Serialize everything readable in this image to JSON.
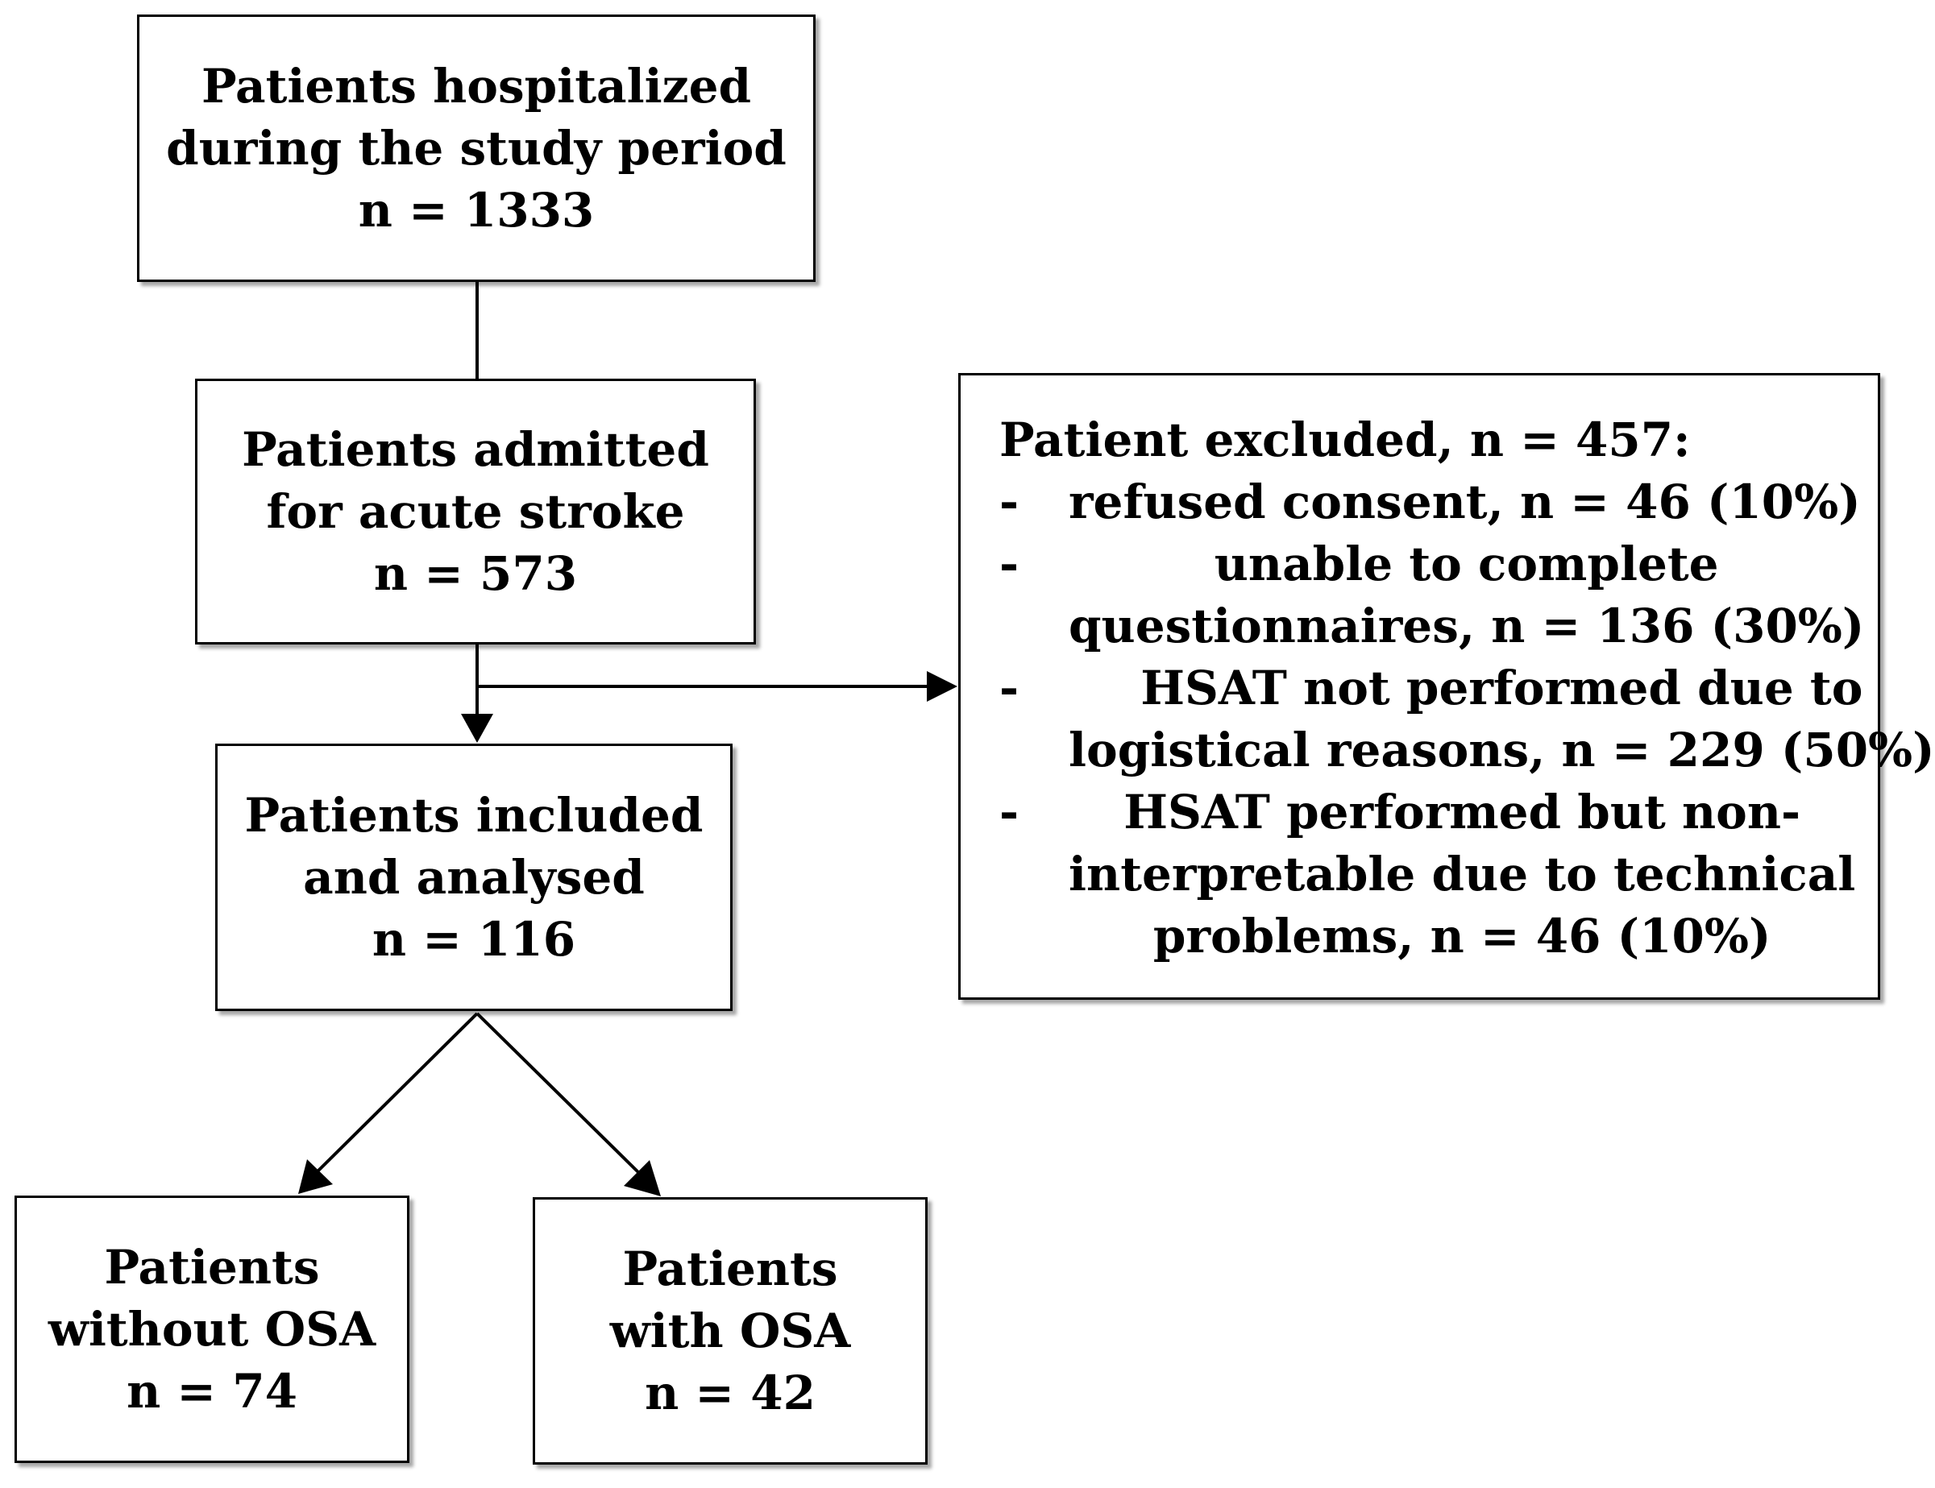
{
  "nodes": {
    "hospitalized": {
      "lines": [
        "Patients hospitalized",
        "during the study period",
        "n = 1333"
      ]
    },
    "admitted": {
      "lines": [
        "Patients admitted",
        "for acute stroke",
        "n = 573"
      ]
    },
    "included": {
      "lines": [
        "Patients included",
        "and analysed",
        "n = 116"
      ]
    },
    "without_osa": {
      "lines": [
        "Patients",
        "without OSA",
        "n = 74"
      ]
    },
    "with_osa": {
      "lines": [
        "Patients",
        "with OSA",
        "n = 42"
      ]
    },
    "excluded": {
      "heading": "Patient excluded, n = 457:",
      "bullet": "-",
      "items": [
        {
          "lines": [
            "refused consent, n = 46 (10%)"
          ]
        },
        {
          "lines": [
            "unable to complete",
            "questionnaires, n = 136 (30%)"
          ]
        },
        {
          "lines": [
            "HSAT not performed due to",
            "logistical reasons, n = 229 (50%)"
          ]
        },
        {
          "lines": [
            "HSAT performed but non-",
            "interpretable due to technical",
            "problems, n = 46 (10%)"
          ]
        }
      ]
    }
  },
  "style": {
    "line_color": "#000000",
    "box_border": "#000000",
    "background": "#ffffff"
  }
}
